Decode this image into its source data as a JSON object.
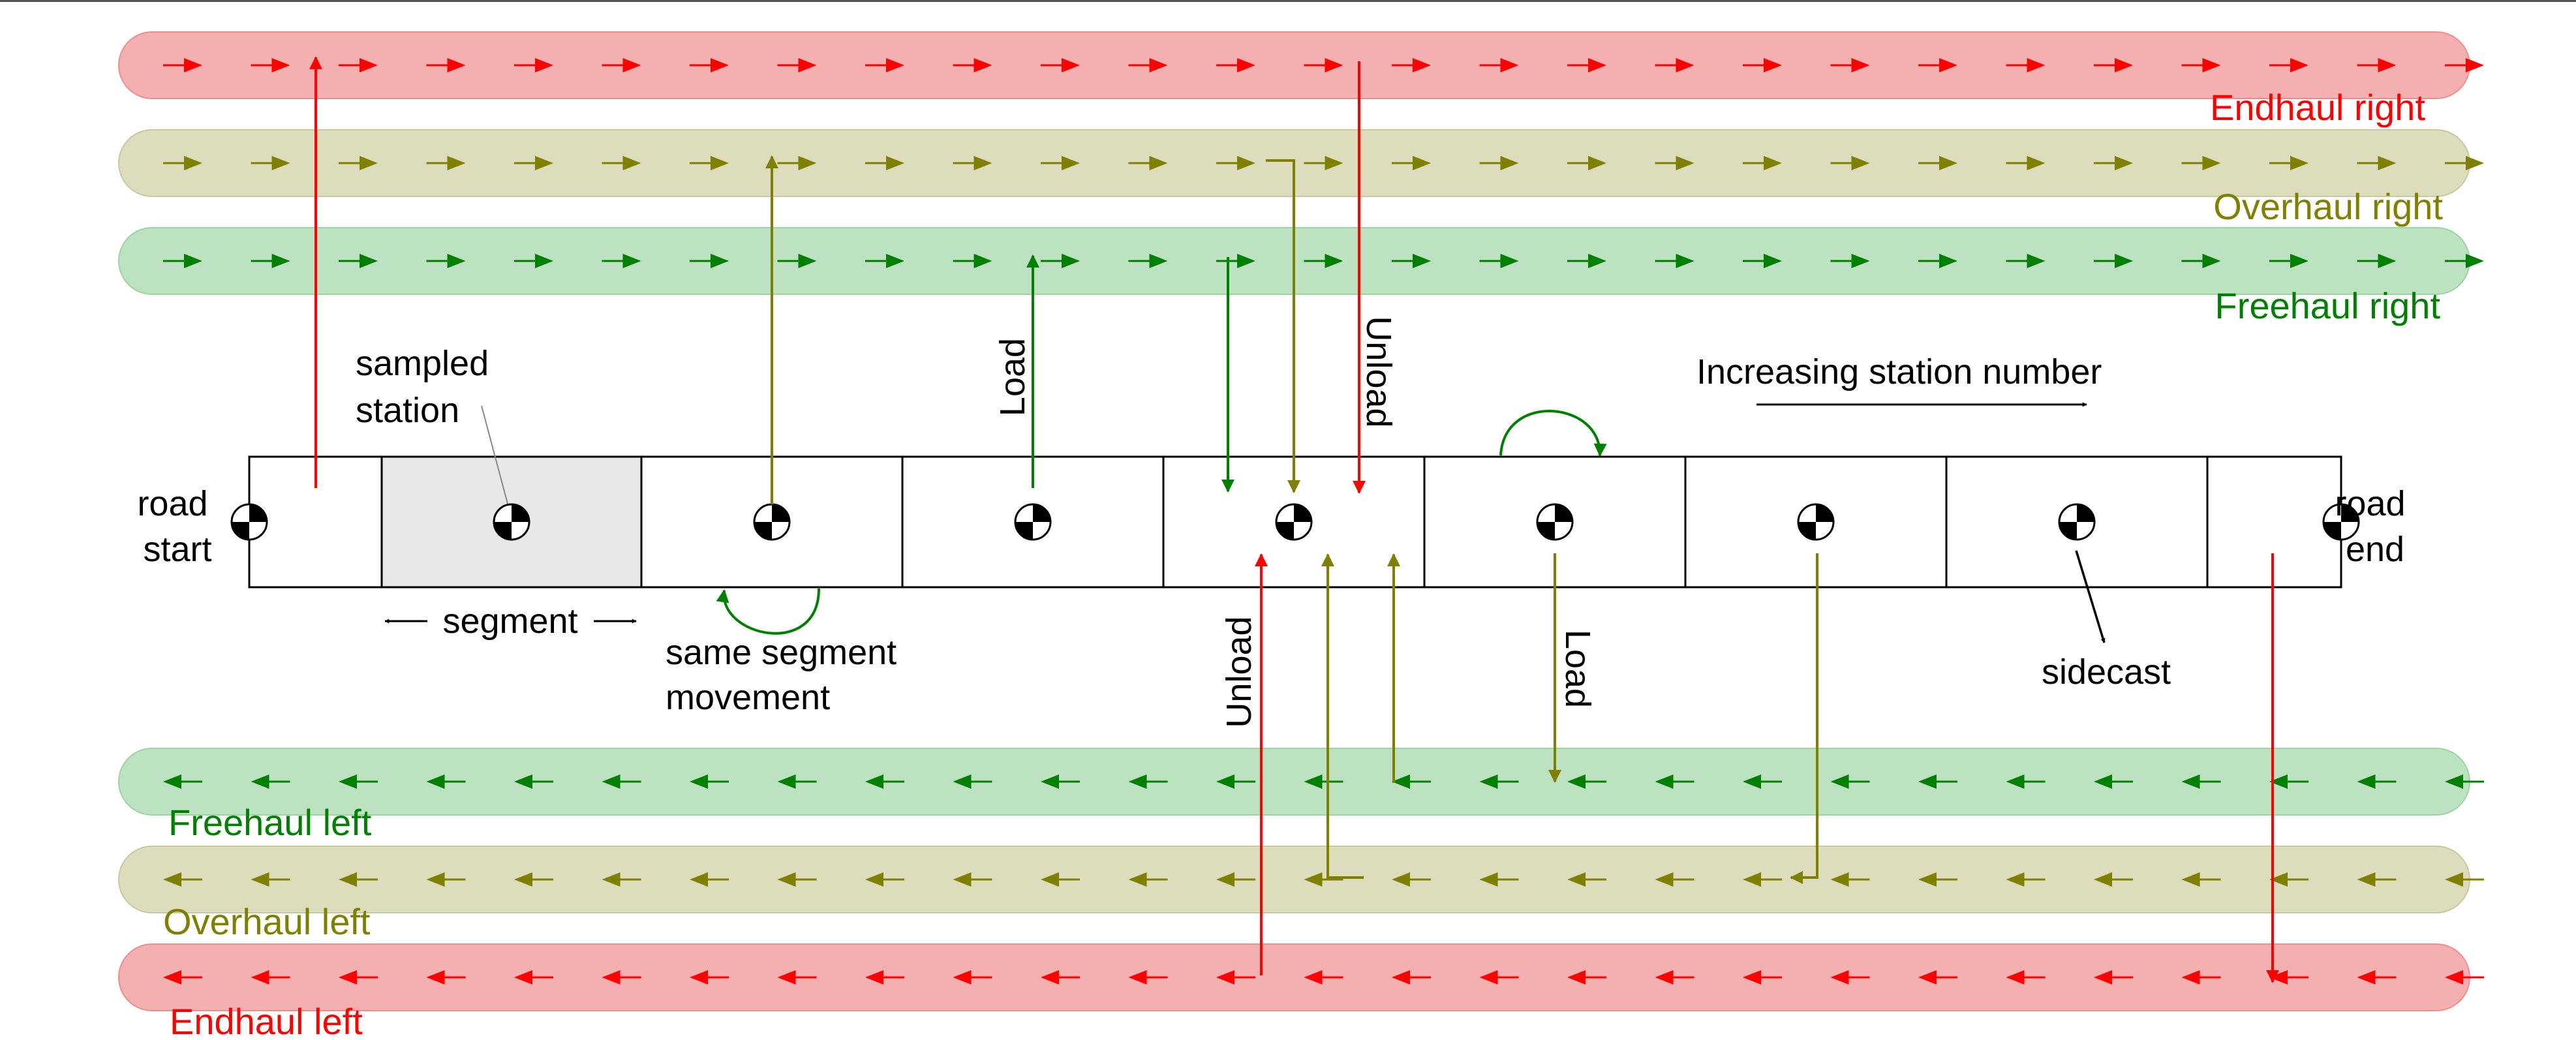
{
  "lanes": [
    {
      "id": "endhaul-right",
      "label": "Endhaul right",
      "direction": "right",
      "fill": "#f4b0b1",
      "stroke": "#f08e8e",
      "arrow_color": "#ff0000",
      "text_color": "#ff0000"
    },
    {
      "id": "overhaul-right",
      "label": "Overhaul right",
      "direction": "right",
      "fill": "#ddddbe",
      "stroke": "#c9c9a0",
      "arrow_color": "#808000",
      "text_color": "#808000"
    },
    {
      "id": "freehaul-right",
      "label": "Freehaul right",
      "direction": "right",
      "fill": "#bde2c2",
      "stroke": "#9fd3a6",
      "arrow_color": "#008000",
      "text_color": "#008000"
    },
    {
      "id": "freehaul-left",
      "label": "Freehaul left",
      "direction": "left",
      "fill": "#bde2c2",
      "stroke": "#9fd3a6",
      "arrow_color": "#008000",
      "text_color": "#008000"
    },
    {
      "id": "overhaul-left",
      "label": "Overhaul left",
      "direction": "left",
      "fill": "#ddddbe",
      "stroke": "#c9c9a0",
      "arrow_color": "#808000",
      "text_color": "#808000"
    },
    {
      "id": "endhaul-left",
      "label": "Endhaul left",
      "direction": "left",
      "fill": "#f4b0b1",
      "stroke": "#f08e8e",
      "arrow_color": "#ff0000",
      "text_color": "#ff0000"
    }
  ],
  "labels": {
    "road_start": [
      "road",
      "start"
    ],
    "road_end": [
      "road",
      "end"
    ],
    "sampled_station": [
      "sampled",
      "station"
    ],
    "segment": "segment",
    "same_segment": [
      "same segment",
      "movement"
    ],
    "increasing": "Increasing station number",
    "sidecast": "sidecast",
    "load_upper": "Load",
    "unload_upper": "Unload",
    "unload_lower": "Unload",
    "load_lower": "Load"
  },
  "colors": {
    "red": "#ff0000",
    "olive": "#808000",
    "green": "#008000",
    "black": "#000000",
    "sampled_fill": "#e8e8e8"
  },
  "icons": {
    "station_marker": "station-marker-icon"
  }
}
